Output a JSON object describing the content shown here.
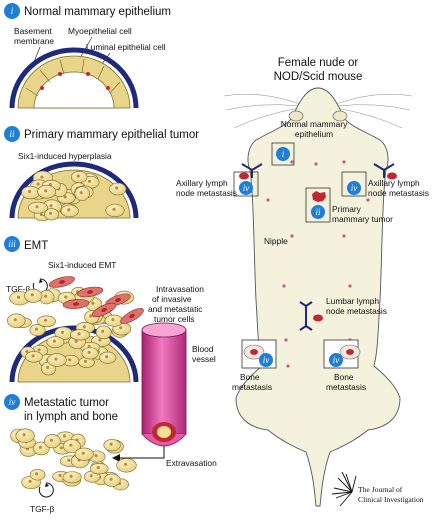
{
  "panels": [
    {
      "badge": "i",
      "title": "Normal mammary epithelium"
    },
    {
      "badge": "ii",
      "title": "Primary mammary epithelial tumor"
    },
    {
      "badge": "iii",
      "title": "EMT"
    },
    {
      "badge": "iv",
      "title_line1": "Metastatic tumor",
      "title_line2": "in lymph and bone"
    }
  ],
  "labels": {
    "basement_l1": "Basement",
    "basement_l2": "membrane",
    "myoepithelial": "Myoepithelial cell",
    "luminal": "Luminal epithelial cell",
    "six1_hyperplasia": "Six1-induced hyperplasia",
    "six1_emt": "Six1-induced EMT",
    "tgf_top": "TGF-β",
    "tgf_bottom": "TGF-β",
    "intravasation_l1": "Intravasation",
    "intravasation_l2": "of invasive",
    "intravasation_l3": "and metastatic",
    "intravasation_l4": "tumor cells",
    "blood_l1": "Blood",
    "blood_l2": "vessel",
    "extravasation": "Extravasation"
  },
  "mouse": {
    "title_l1": "Female nude or",
    "title_l2": "NOD/Scid mouse",
    "normal_l1": "Normal mammary",
    "normal_l2": "epithelium",
    "axillary_left_l1": "Axillary lymph",
    "axillary_left_l2": "node metastasis",
    "axillary_right_l1": "Axillary lymph",
    "axillary_right_l2": "node metastasis",
    "primary_l1": "Primary",
    "primary_l2": "mammary tumor",
    "nipple": "Nipple",
    "lumbar_l1": "Lumbar lymph",
    "lumbar_l2": "node metastasis",
    "bone_left_l1": "Bone",
    "bone_left_l2": "metastasis",
    "bone_right_l1": "Bone",
    "bone_right_l2": "metastasis",
    "badge_normal": "i",
    "badge_primary": "ii",
    "badge_axillary_left": "iv",
    "badge_axillary_right": "iv",
    "badge_bone_left": "iv",
    "badge_bone_right": "iv"
  },
  "logo": {
    "line1": "The Journal of",
    "line2": "Clinical Investigation"
  },
  "colors": {
    "badge": "#1f7fd6",
    "cell_fill": "#f2e09a",
    "cell_stroke": "#7a6a30",
    "basement": "#1f2a7a",
    "mesenchymal": "#e0706a",
    "vessel": "#d8409a",
    "mouse_body": "#f4f2dc"
  }
}
